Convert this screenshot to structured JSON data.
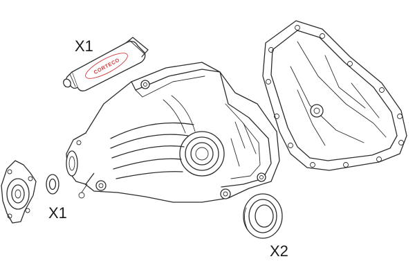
{
  "diagram": {
    "callouts": {
      "sealant_qty": "X1",
      "washer_qty": "X1",
      "seal_qty": "X2"
    },
    "tube_brand": "CORTECO",
    "colors": {
      "line": "#2b2b2b",
      "brand_text": "#d23a3a",
      "background": "#ffffff"
    }
  }
}
